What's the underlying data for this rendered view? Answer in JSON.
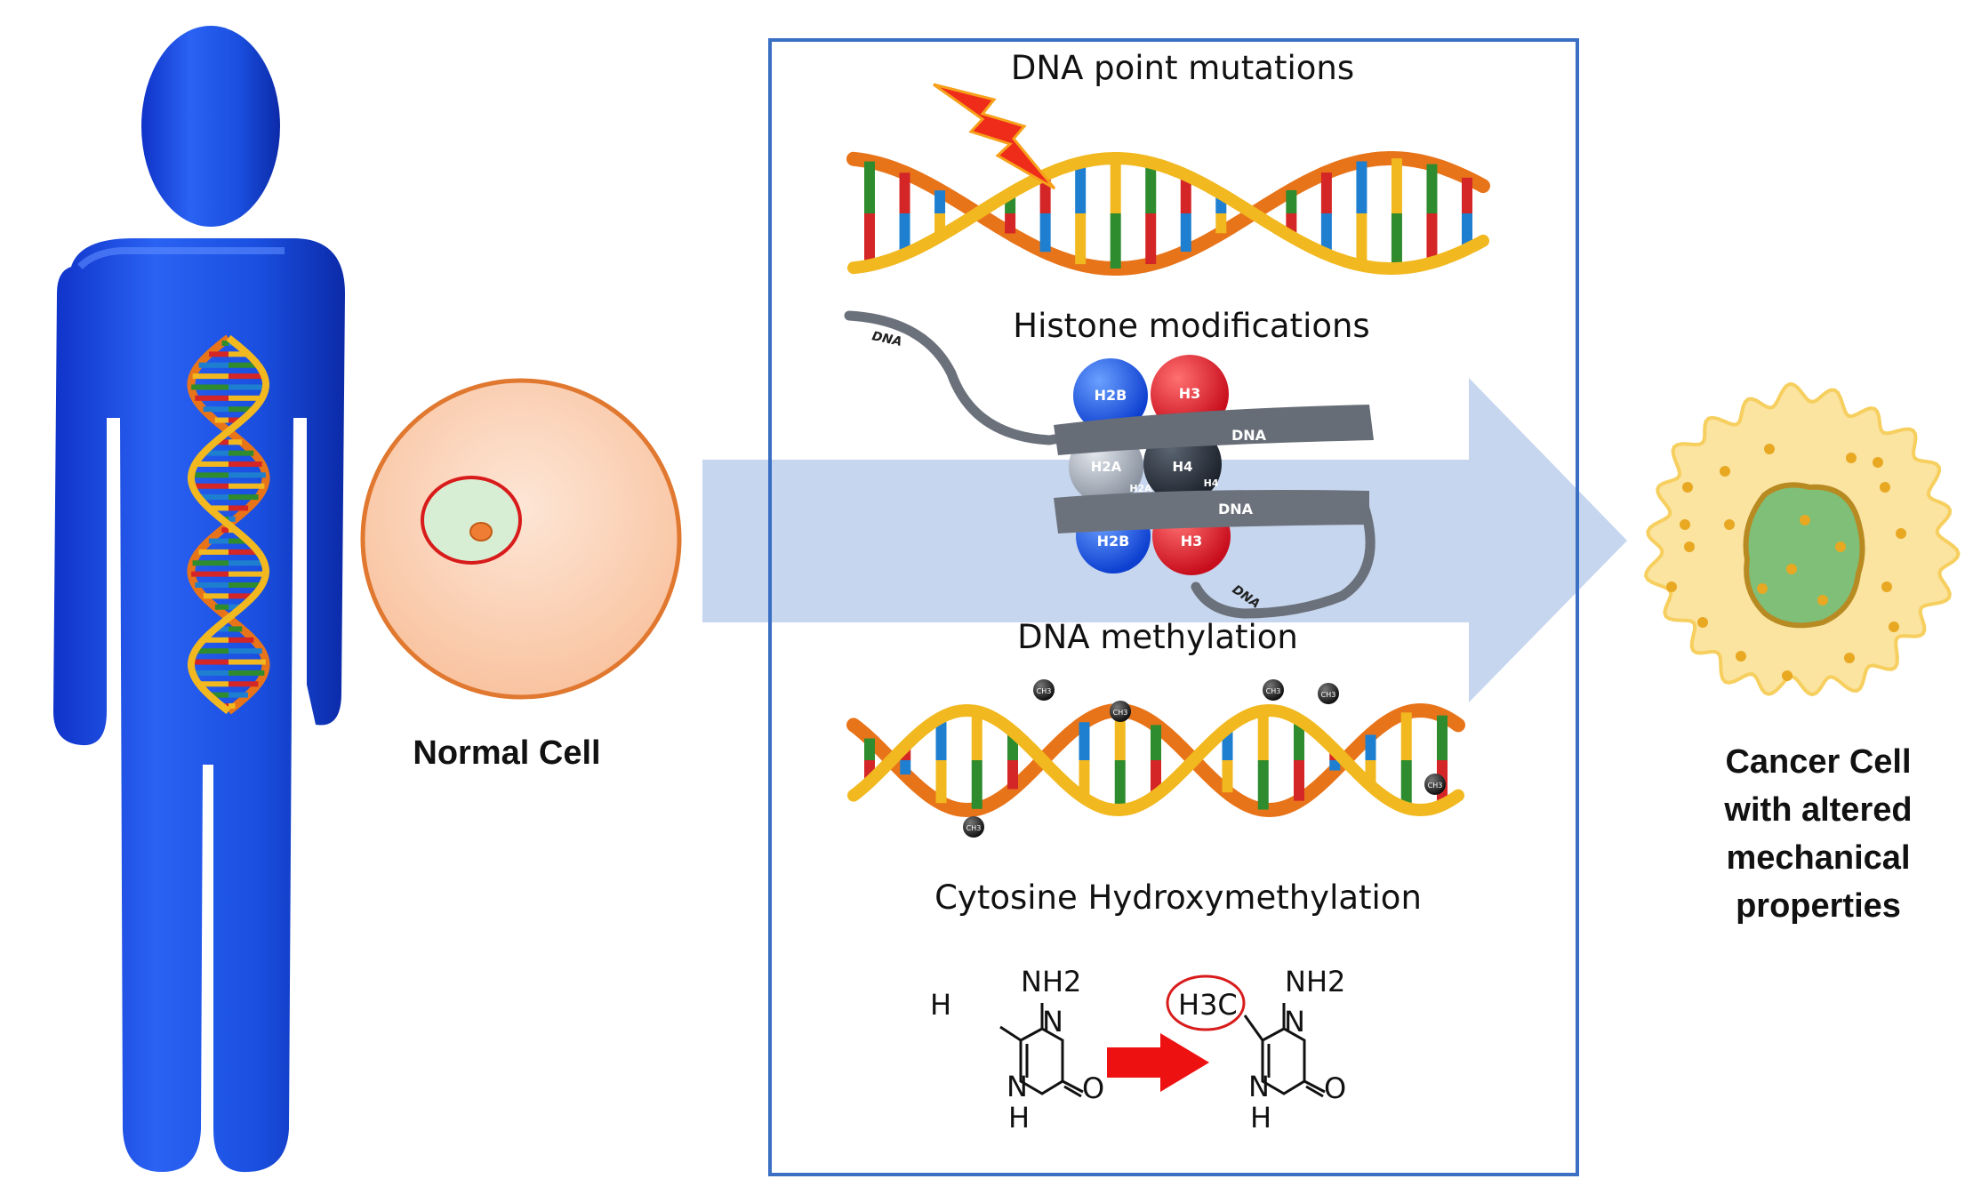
{
  "labels": {
    "normal_cell": "Normal Cell",
    "cancer_cell_lines": [
      "Cancer Cell",
      "with altered",
      "mechanical",
      "properties"
    ]
  },
  "panel": {
    "titles": {
      "point_mutations": "DNA point mutations",
      "histone": "Histone modifications",
      "methylation": "DNA methylation",
      "hydroxymethylation": "Cytosine Hydroxymethylation"
    },
    "histone_labels": {
      "h2b_top": "H2B",
      "h3_top": "H3",
      "h2a": "H2A",
      "h4": "H4",
      "h2a_small": "H2A",
      "h4_small": "H4",
      "h2b_bottom": "H2B",
      "h3_bottom": "H3",
      "dna_band_top": "DNA",
      "dna_band_bottom": "DNA",
      "dna_tail_left": "DNA",
      "dna_tail_right": "DNA"
    },
    "methyl_tag": "CH3",
    "molecule_left": {
      "amine": "NH2",
      "h_sub": "H",
      "n_ring": "N",
      "nh": "N",
      "h_bottom": "H",
      "o": "O"
    },
    "molecule_right": {
      "amine": "NH2",
      "methyl": "H3C",
      "n_ring": "N",
      "nh": "N",
      "h_bottom": "H",
      "o": "O"
    }
  },
  "colors": {
    "figure_blue": "#1a4fe0",
    "panel_border": "#3b6fc4",
    "arrow_fill": "#b9cdea",
    "normal_cell_fill": "#fbd2b8",
    "normal_cell_border": "#e07830",
    "cancer_cell_fill": "#fbe3a0",
    "nucleus_green": "#7fbf78",
    "dna_backbone": "#f2b81f",
    "red_arrow": "#ee1111"
  }
}
